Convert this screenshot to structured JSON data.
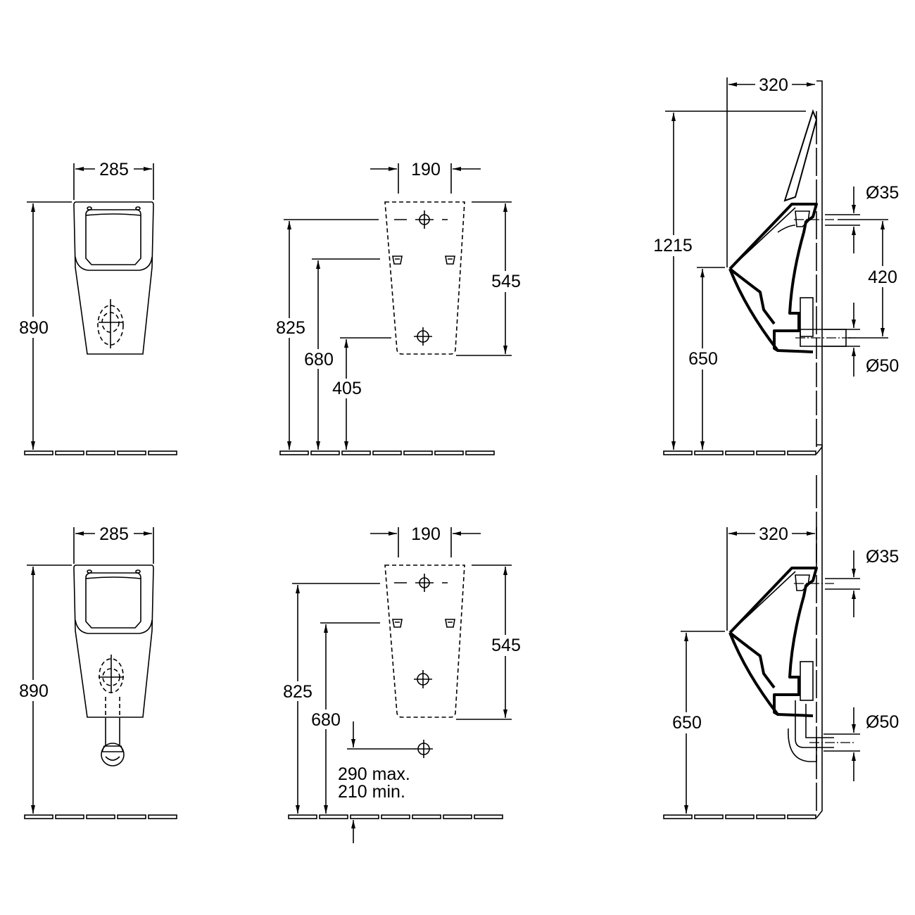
{
  "top_row": {
    "front_view": {
      "width": "285",
      "height": "890"
    },
    "wall_plan": {
      "width": "190",
      "height": "545",
      "upper_fixing": "825",
      "side_fixing": "680",
      "drain_height": "405"
    },
    "side_view": {
      "depth": "320",
      "total_height": "1215",
      "inlet_diameter": "Ø35",
      "inlet_to_outlet": "420",
      "rim_height": "650",
      "outlet_diameter": "Ø50"
    }
  },
  "bottom_row": {
    "front_view": {
      "width": "285",
      "height": "890"
    },
    "wall_plan": {
      "width": "190",
      "height": "545",
      "upper_fixing": "825",
      "side_fixing": "680",
      "drain_max": "290 max.",
      "drain_min": "210 min."
    },
    "side_view": {
      "depth": "320",
      "inlet_diameter": "Ø35",
      "rim_height": "650",
      "outlet_diameter": "Ø50"
    }
  },
  "colors": {
    "line": "#000000",
    "background": "#ffffff"
  }
}
